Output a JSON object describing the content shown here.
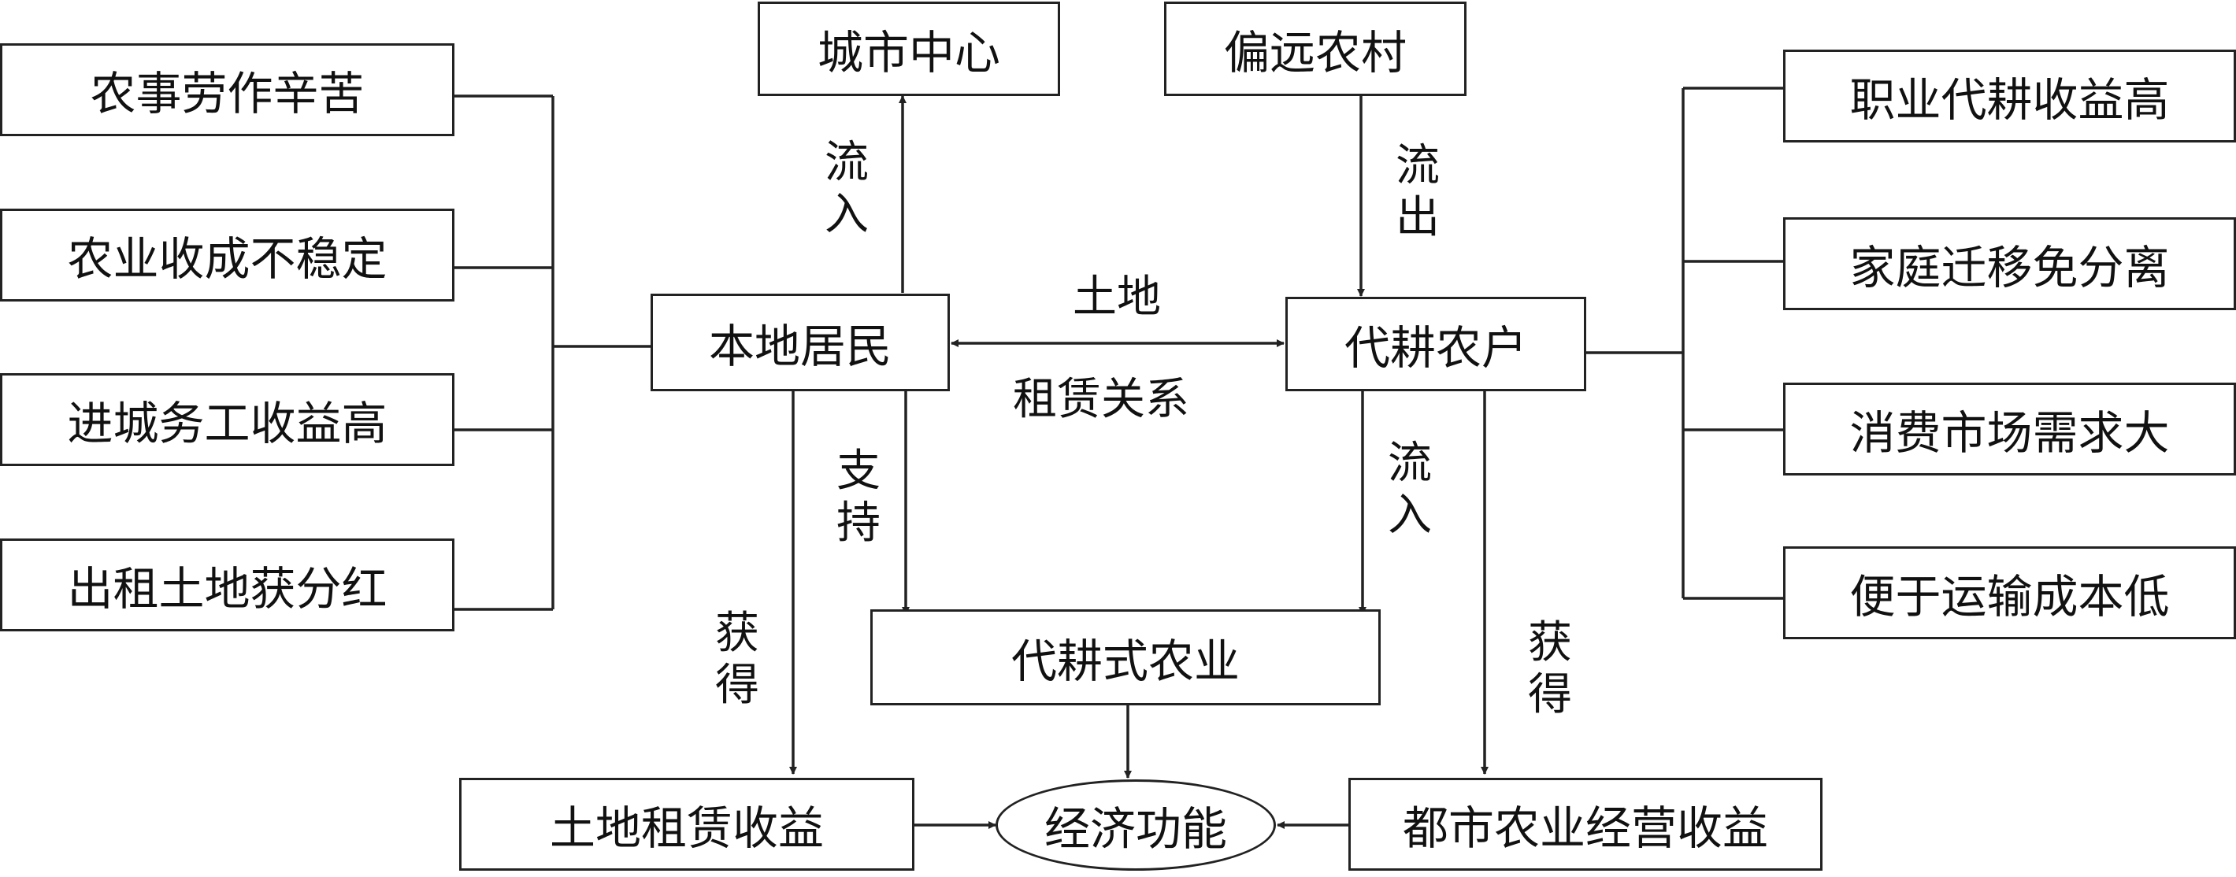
{
  "nodes": {
    "city_center": "城市中心",
    "remote_village": "偏远农村",
    "local_residents": "本地居民",
    "proxy_farmers": "代耕农户",
    "proxy_agriculture": "代耕式农业",
    "economic_function": "经济功能",
    "land_lease_income": "土地租赁收益",
    "urban_agri_income": "都市农业经营收益"
  },
  "left_factors": [
    "农事劳作辛苦",
    "农业收成不稳定",
    "进城务工收益高",
    "出租土地获分红"
  ],
  "right_factors": [
    "职业代耕收益高",
    "家庭迁移免分离",
    "消费市场需求大",
    "便于运输成本低"
  ],
  "edge_labels": {
    "inflow_city": "流入",
    "outflow_village": "流出",
    "land": "土地",
    "lease_relation": "租赁关系",
    "support": "支持",
    "inflow_agri": "流入",
    "gain_left": "获得",
    "gain_right": "获得"
  }
}
